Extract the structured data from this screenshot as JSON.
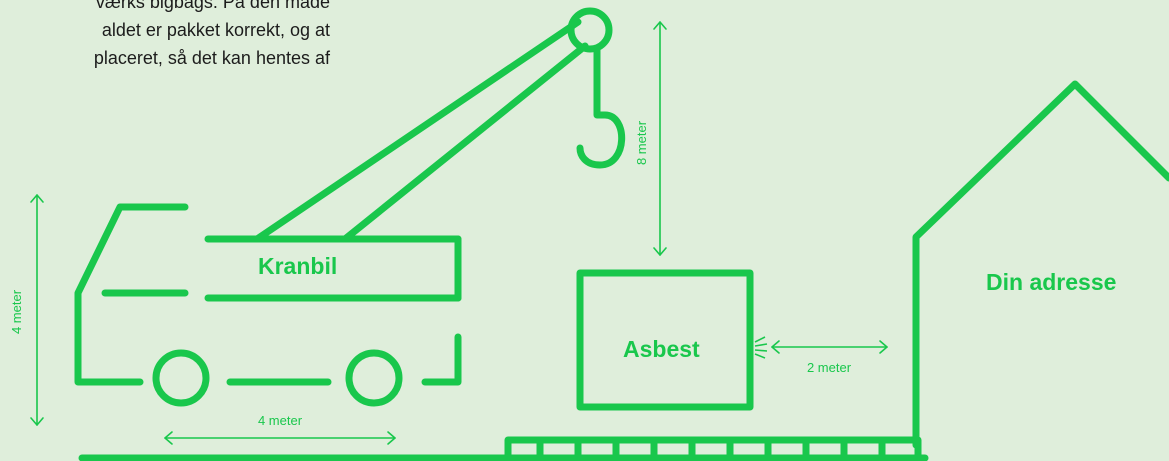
{
  "intro_lines": [
    "værks bigbags. På den måde",
    "aldet er pakket korrekt, og at",
    "placeret, så det kan hentes af"
  ],
  "labels": {
    "crane_truck": "Kranbil",
    "asbestos": "Asbest",
    "address": "Din adresse"
  },
  "dimensions": {
    "truck_height": "4 meter",
    "truck_length": "4 meter",
    "hook_height": "8 meter",
    "distance_to_house": "2 meter"
  },
  "colors": {
    "stroke": "#19c74c",
    "background": "#dfeedb",
    "text": "#1c1c1c"
  }
}
